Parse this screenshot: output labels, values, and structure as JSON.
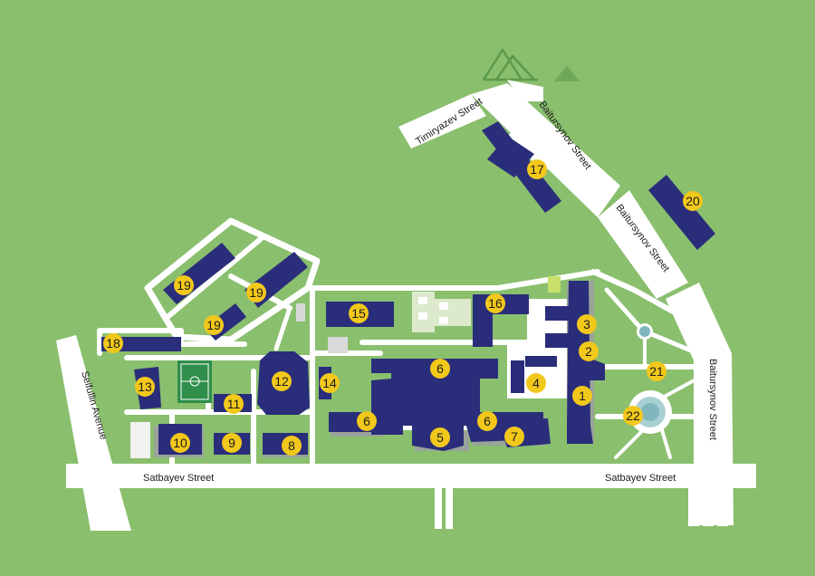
{
  "colors": {
    "grass": "#8abf6e",
    "road": "#ffffff",
    "building": "#2a2d7a",
    "marker": "#f2c81b",
    "field": "#2f8f4a"
  },
  "streets": {
    "satbayev_left": "Satbayev Street",
    "satbayev_right": "Satbayev Street",
    "seifullin": "Seifullin Avenue",
    "timiryazev": "Timiryazev Street",
    "baitursynov_top": "Baitursynov Street",
    "baitursynov_mid": "Baitursynov Street",
    "baitursynov_right": "Baitursynov Street"
  },
  "markers": [
    "1",
    "2",
    "3",
    "4",
    "5",
    "6",
    "6",
    "6",
    "7",
    "8",
    "9",
    "10",
    "11",
    "12",
    "13",
    "14",
    "15",
    "16",
    "17",
    "18",
    "19",
    "19",
    "19",
    "20",
    "21",
    "22"
  ],
  "icons": {
    "mountains": "mountains-icon"
  }
}
